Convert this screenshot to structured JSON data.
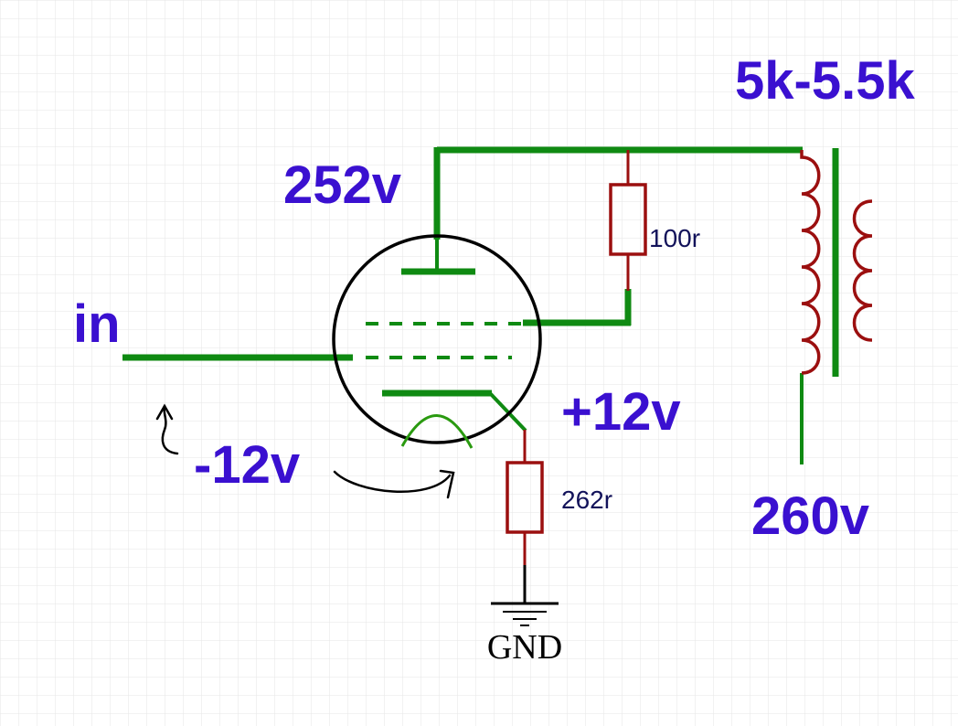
{
  "colors": {
    "background": "#ffffff",
    "grid": "#e6e6e6",
    "wire": "#0f8a12",
    "filament": "#2a9a10",
    "component": "#9b0f0f",
    "tube": "#000000",
    "label": "#3a10d0",
    "value_text": "#12125a",
    "ground": "#000000",
    "annotation": "#000000"
  },
  "labels": {
    "transformer_impedance": "5k-5.5k",
    "anode_voltage": "252v",
    "input": "in",
    "cathode_voltage": "+12v",
    "grid_bias": "-12v",
    "supply_voltage": "260v"
  },
  "components": {
    "screen_resistor": "100r",
    "cathode_resistor": "262r",
    "ground": "GND"
  },
  "icons": {
    "tube": "vacuum-tube-icon",
    "transformer": "output-transformer-icon",
    "ground": "ground-symbol-icon",
    "arrow": "curved-arrow-icon"
  }
}
